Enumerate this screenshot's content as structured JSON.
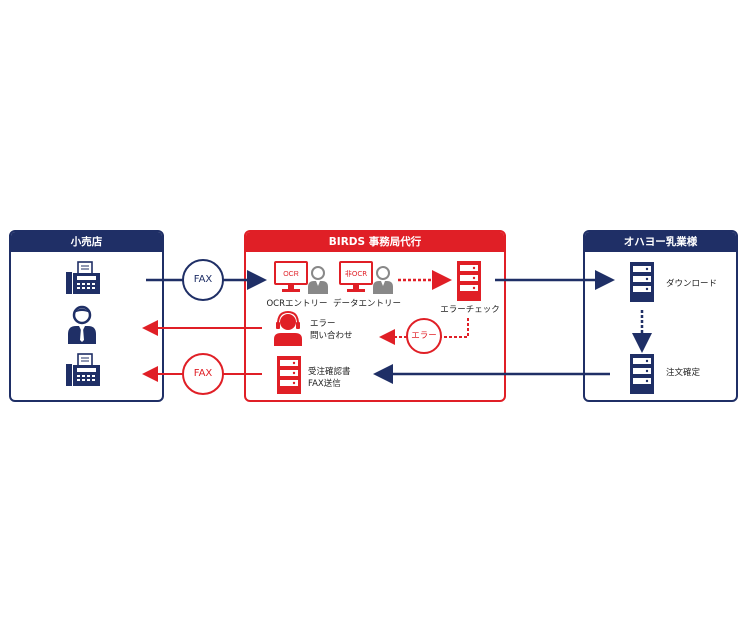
{
  "colors": {
    "navy": "#1f2f66",
    "red": "#e01f26",
    "gray": "#888888"
  },
  "retailer": {
    "title": "小売店",
    "icons": [
      "fax-machine-icon",
      "person-icon",
      "fax-machine-icon"
    ]
  },
  "birds": {
    "title": "BIRDS 事務局代行",
    "ocr_monitor_text": "OCR",
    "non_ocr_monitor_text": "非OCR",
    "ocr_entry_label": "OCRエントリー",
    "data_entry_label": "データエントリー",
    "error_check_label": "エラーチェック",
    "inquiry_label_line1": "エラー",
    "inquiry_label_line2": "問い合わせ",
    "confirm_label_line1": "受注確認書",
    "confirm_label_line2": "FAX送信"
  },
  "ohayo": {
    "title": "オハヨー乳業様",
    "download_label": "ダウンロード",
    "order_confirm_label": "注文確定"
  },
  "flows": {
    "fax_in_label": "FAX",
    "fax_out_label": "FAX",
    "error_label": "エラー"
  }
}
